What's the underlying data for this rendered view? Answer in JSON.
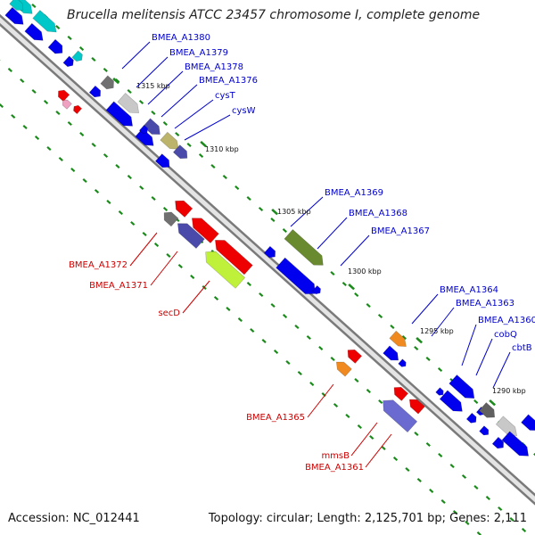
{
  "title": "Brucella melitensis ATCC 23457 chromosome I, complete genome",
  "accession_label": "Accession: NC_012441",
  "topology_label": "Topology: circular; Length: 2,125,701 bp; Genes: 2,111",
  "colors": {
    "forward_gene": "#0000ee",
    "reverse_gene": "#ee0000",
    "label_forward": "#0000cc",
    "label_reverse": "#cc0000",
    "backbone": "#8a8a8a",
    "tick_marks": "#1a8a1a"
  },
  "scale_ticks": [
    {
      "label": "1315 kbp"
    },
    {
      "label": "1310 kbp"
    },
    {
      "label": "1305 kbp"
    },
    {
      "label": "1300 kbp"
    },
    {
      "label": "1295 kbp"
    },
    {
      "label": "1290 kbp"
    }
  ],
  "gene_labels": [
    {
      "name": "BMEA_A1380",
      "strand": "forward"
    },
    {
      "name": "BMEA_A1379",
      "strand": "forward"
    },
    {
      "name": "BMEA_A1378",
      "strand": "forward"
    },
    {
      "name": "BMEA_A1376",
      "strand": "forward"
    },
    {
      "name": "cysT",
      "strand": "forward"
    },
    {
      "name": "cysW",
      "strand": "forward"
    },
    {
      "name": "BMEA_A1369",
      "strand": "forward"
    },
    {
      "name": "BMEA_A1368",
      "strand": "forward"
    },
    {
      "name": "BMEA_A1367",
      "strand": "forward"
    },
    {
      "name": "BMEA_A1364",
      "strand": "forward"
    },
    {
      "name": "BMEA_A1363",
      "strand": "forward"
    },
    {
      "name": "BMEA_A1360",
      "strand": "forward"
    },
    {
      "name": "cobQ",
      "strand": "forward"
    },
    {
      "name": "cbtB",
      "strand": "forward"
    },
    {
      "name": "BMEA_A1372",
      "strand": "reverse"
    },
    {
      "name": "BMEA_A1371",
      "strand": "reverse"
    },
    {
      "name": "secD",
      "strand": "reverse"
    },
    {
      "name": "BMEA_A1365",
      "strand": "reverse"
    },
    {
      "name": "mmsB",
      "strand": "reverse"
    },
    {
      "name": "BMEA_A1361",
      "strand": "reverse"
    }
  ]
}
